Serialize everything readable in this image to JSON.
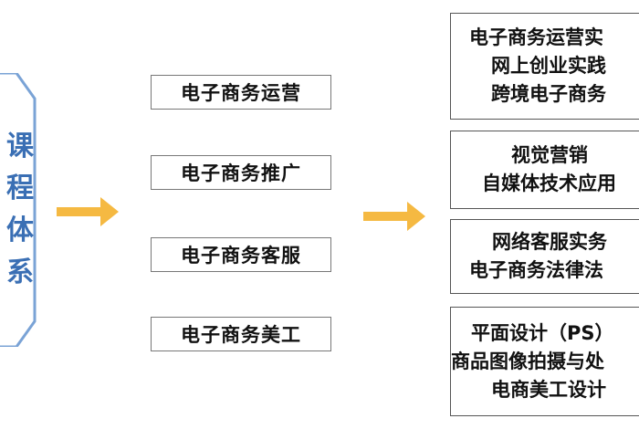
{
  "left_block": {
    "chars": [
      "课",
      "程",
      "体",
      "系"
    ]
  },
  "middle_items": [
    "电子商务运营",
    "电子商务推广",
    "电子商务客服",
    "电子商务美工"
  ],
  "right_groups": [
    [
      "电子商务运营实",
      "网上创业实践",
      "跨境电子商务"
    ],
    [
      "视觉营销",
      "自媒体技术应用"
    ],
    [
      "网络客服实务",
      "电子商务法律法"
    ],
    [
      "平面设计（PS）",
      "商品图像拍摄与处",
      "电商美工设计"
    ]
  ],
  "colors": {
    "accent": "#3a6fb4",
    "arrow": "#f5b942"
  }
}
